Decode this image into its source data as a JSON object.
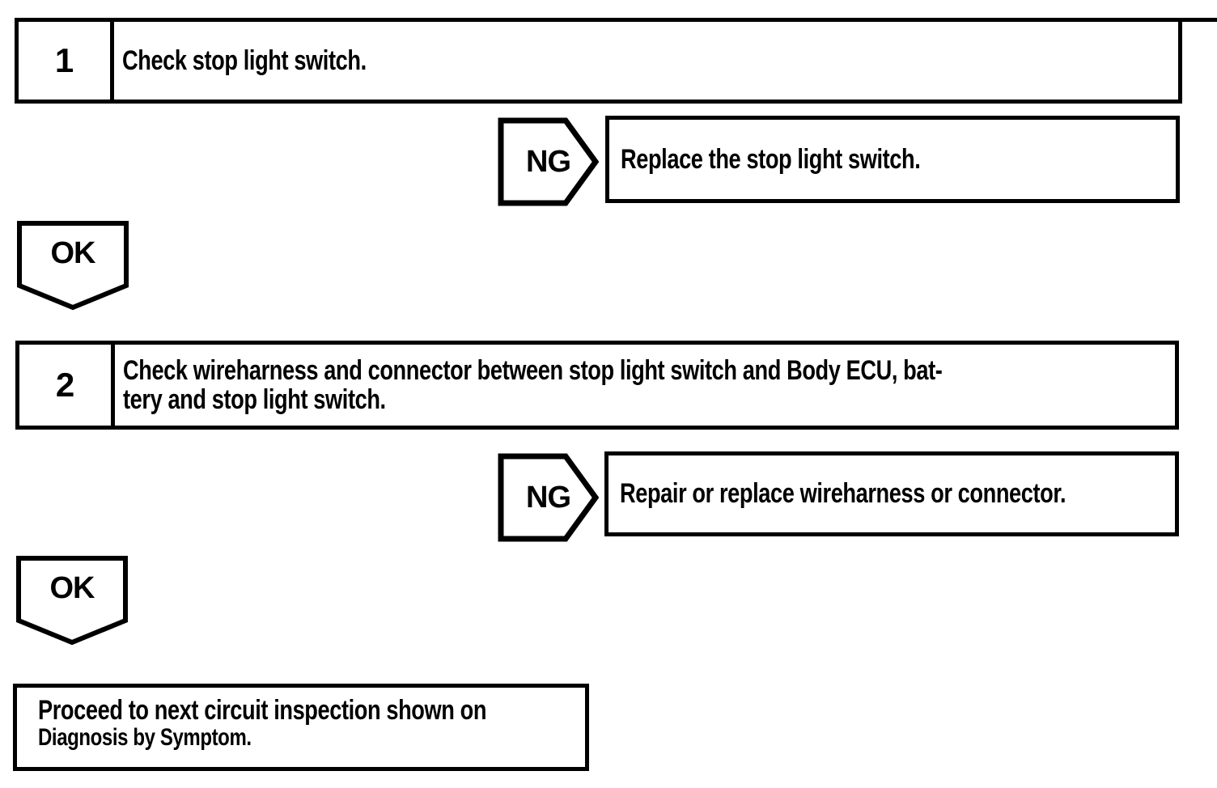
{
  "colors": {
    "ink": "#000000",
    "paper": "#ffffff"
  },
  "steps": [
    {
      "number": "1",
      "instruction_lines": [
        "Check stop light switch."
      ],
      "ng": {
        "label": "NG",
        "action_lines": [
          "Replace the stop light switch."
        ]
      },
      "ok": {
        "label": "OK"
      }
    },
    {
      "number": "2",
      "instruction_lines": [
        "Check wireharness and connector between stop light switch and Body ECU, bat-",
        "tery and stop light switch."
      ],
      "ng": {
        "label": "NG",
        "action_lines": [
          "Repair or replace wireharness or connector."
        ]
      },
      "ok": {
        "label": "OK"
      }
    }
  ],
  "terminal": {
    "lines": [
      "Proceed to next circuit inspection shown on",
      "Diagnosis by Symptom."
    ]
  }
}
